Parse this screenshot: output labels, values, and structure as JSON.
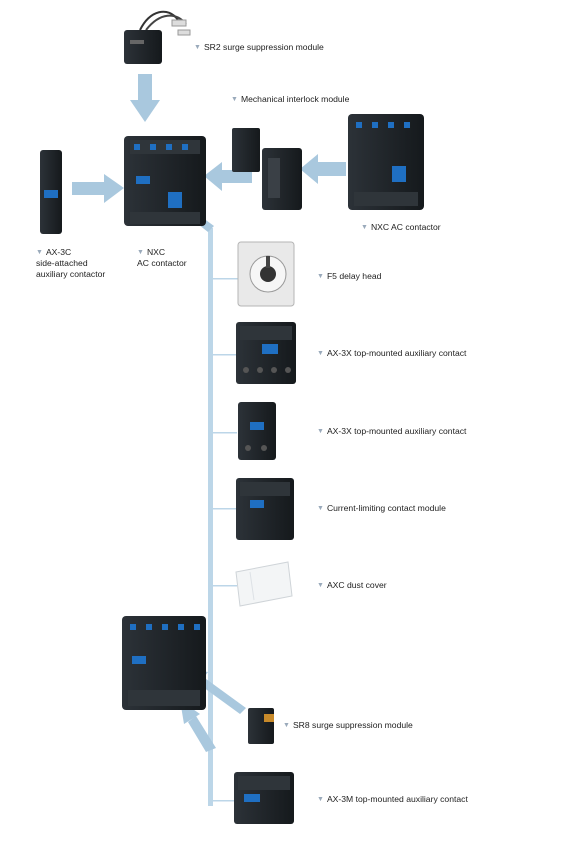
{
  "labels": {
    "sr2": "SR2 surge suppression module",
    "interlock": "Mechanical interlock module",
    "nxc_right": "NXC AC contactor",
    "ax3c_line1": "AX-3C",
    "ax3c_line2": "side-attached",
    "ax3c_line3": "auxiliary contactor",
    "nxc_main_line1": "NXC",
    "nxc_main_line2": "AC contactor",
    "f5": "F5 delay head",
    "ax3x_a": "AX-3X top-mounted auxiliary contact",
    "ax3x_b": "AX-3X top-mounted auxiliary contact",
    "climit": "Current-limiting contact module",
    "axc": "AXC dust cover",
    "sr8": "SR8 surge suppression module",
    "ax3m": "AX-3M top-mounted auxiliary contact"
  },
  "colors": {
    "arrow": "#a9c8de",
    "product_body": "#1f2428",
    "accent_blue": "#1f6fc2",
    "label_marker": "#9aaabb"
  }
}
